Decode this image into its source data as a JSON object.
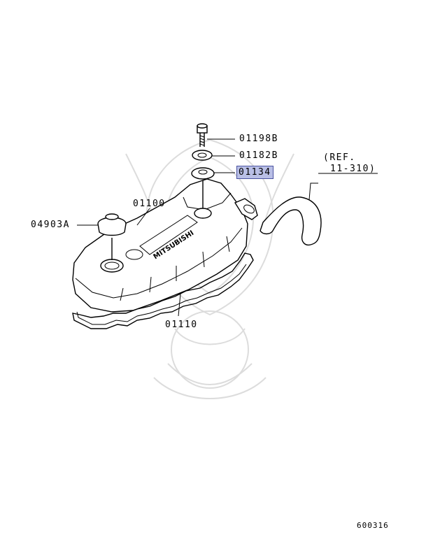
{
  "parts": [
    {
      "id": "bolt",
      "label": "01198B",
      "highlighted": false
    },
    {
      "id": "washer",
      "label": "01182B",
      "highlighted": false
    },
    {
      "id": "grommet",
      "label": "01134",
      "highlighted": true
    },
    {
      "id": "rocker-cover",
      "label": "01100",
      "highlighted": false
    },
    {
      "id": "oil-filler-cap",
      "label": "04903A",
      "highlighted": false
    },
    {
      "id": "gasket",
      "label": "01110",
      "highlighted": false
    }
  ],
  "reference": {
    "line1": "(REF.",
    "line2": "11-310)"
  },
  "cover_brand_text": "MITSUBISHI",
  "diagram_code": "600316",
  "colors": {
    "highlight_fill": "#b9bfe6",
    "highlight_border": "#4a52a0",
    "line": "#000000",
    "watermark": "#d6d6d6"
  }
}
